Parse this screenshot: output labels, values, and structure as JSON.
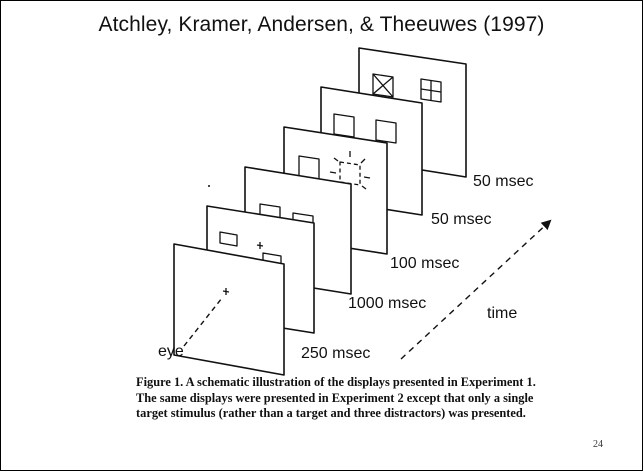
{
  "slide": {
    "title": "Atchley, Kramer, Andersen, & Theeuwes (1997)",
    "page_number": "24"
  },
  "diagram": {
    "timings": [
      "50 msec",
      "50 msec",
      "100 msec",
      "1000 msec",
      "250 msec"
    ],
    "eye_label": "eye",
    "time_label": "time"
  },
  "caption": {
    "text": "Figure 1. A schematic illustration of the displays presented in Experiment 1. The same displays were presented in Experiment 2 except that only a single target stimulus (rather than a target and three distractors) was presented."
  }
}
